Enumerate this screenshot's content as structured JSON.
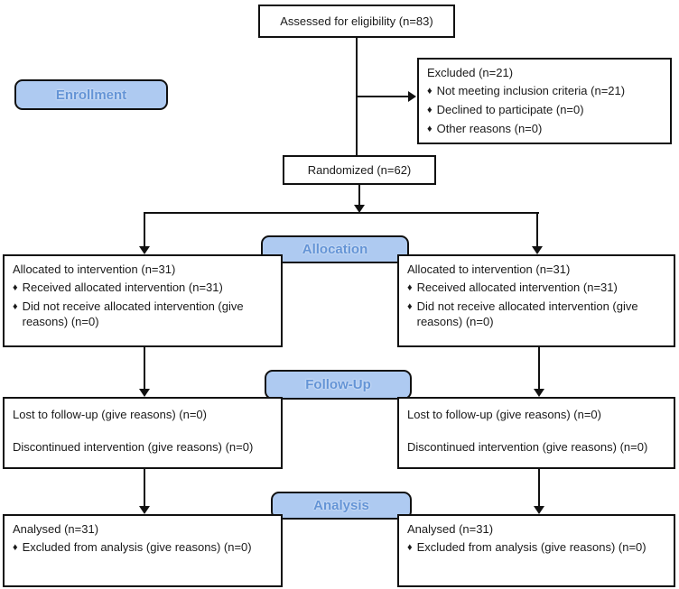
{
  "bullet_char": "♦",
  "colors": {
    "stage_fill": "#aecaf1",
    "stage_text": "#6494d6",
    "line_color": "#111111"
  },
  "stage_labels": {
    "enrollment": "Enrollment",
    "allocation": "Allocation",
    "followup": "Follow-Up",
    "analysis": "Analysis"
  },
  "boxes": {
    "assessed": {
      "text": "Assessed for eligibility (n=83)"
    },
    "excluded": {
      "title": "Excluded (n=21)",
      "items": [
        "Not meeting inclusion criteria (n=21)",
        "Declined to participate (n=0)",
        "Other reasons (n=0)"
      ]
    },
    "randomized": {
      "text": "Randomized (n=62)"
    },
    "allocation_left": {
      "title": "Allocated to intervention (n=31)",
      "items": [
        "Received allocated intervention (n=31)",
        "Did not receive allocated intervention (give reasons) (n=0)"
      ]
    },
    "allocation_right": {
      "title": "Allocated to intervention (n=31)",
      "items": [
        "Received allocated intervention (n=31)",
        "Did not receive allocated intervention (give reasons) (n=0)"
      ]
    },
    "followup_left": {
      "lines": [
        "Lost to follow-up (give reasons) (n=0)",
        "Discontinued intervention (give reasons) (n=0)"
      ]
    },
    "followup_right": {
      "lines": [
        "Lost to follow-up (give reasons) (n=0)",
        "Discontinued intervention (give reasons) (n=0)"
      ]
    },
    "analysis_left": {
      "title": "Analysed (n=31)",
      "items": [
        "Excluded from analysis (give reasons) (n=0)"
      ]
    },
    "analysis_right": {
      "title": "Analysed (n=31)",
      "items": [
        "Excluded from analysis (give reasons) (n=0)"
      ]
    }
  }
}
